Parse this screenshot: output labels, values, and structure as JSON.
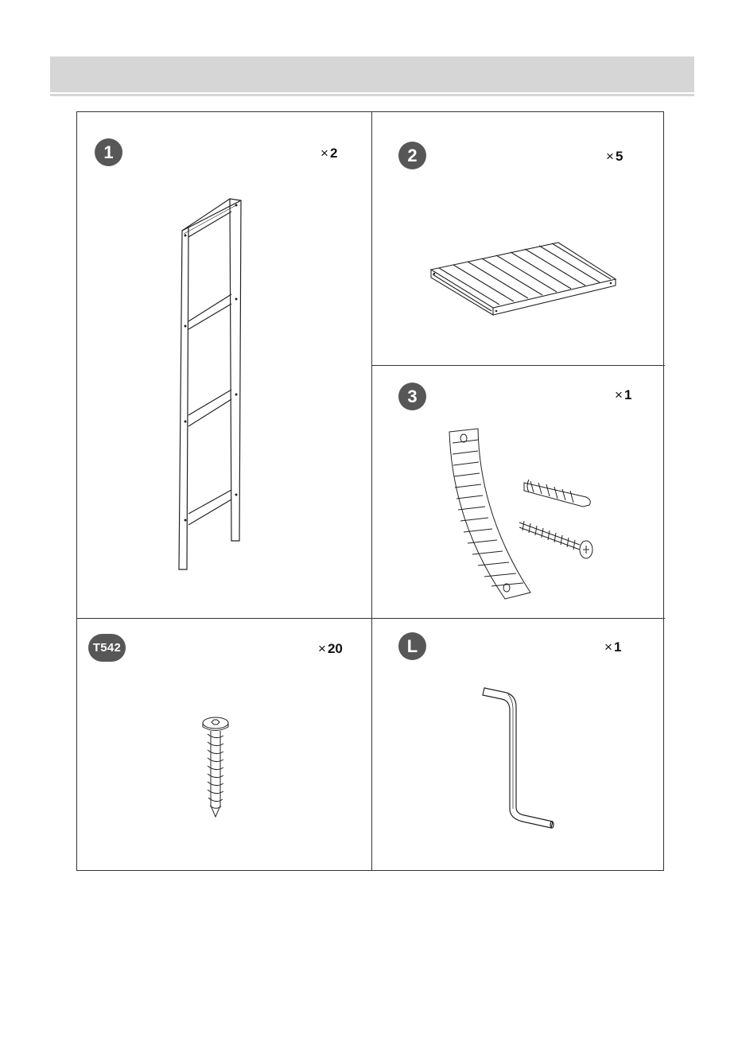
{
  "parts": [
    {
      "id": "part-1",
      "label": "1",
      "quantity_sign": "×",
      "quantity": "2"
    },
    {
      "id": "part-2",
      "label": "2",
      "quantity_sign": "×",
      "quantity": "5"
    },
    {
      "id": "part-3",
      "label": "3",
      "quantity_sign": "×",
      "quantity": "1"
    },
    {
      "id": "part-t542",
      "label": "T542",
      "quantity_sign": "×",
      "quantity": "20"
    },
    {
      "id": "part-l",
      "label": "L",
      "quantity_sign": "×",
      "quantity": "1"
    }
  ],
  "colors": {
    "header_band": "#d6d6d6",
    "badge": "#575757",
    "line": "#333333"
  }
}
